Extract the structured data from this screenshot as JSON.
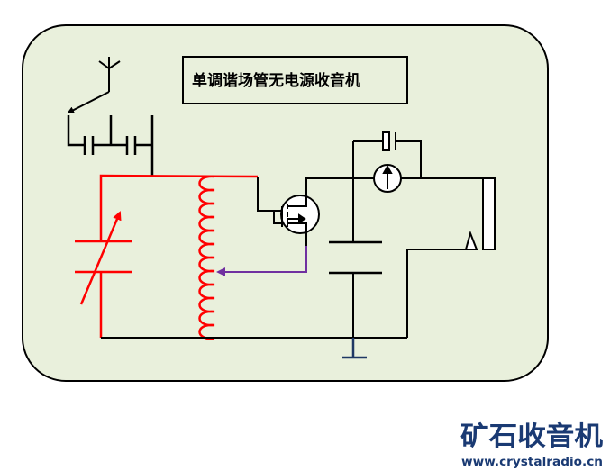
{
  "diagram": {
    "title": "单调谐场管无电源收音机",
    "components": [
      "antenna",
      "antenna-switch",
      "coupling-capacitors",
      "variable-capacitor",
      "tapped-coil",
      "mosfet",
      "ammeter",
      "capacitor",
      "bypass-capacitor",
      "earphone",
      "ground"
    ]
  },
  "colors": {
    "background": "#e9f0dc",
    "tank_circuit": "#ff0000",
    "feedback_wire": "#7030a0",
    "ground": "#1f3864",
    "logo": "#1a3a73"
  },
  "logo": {
    "name": "矿石收音机",
    "url": "www.crystalradio.cn"
  }
}
